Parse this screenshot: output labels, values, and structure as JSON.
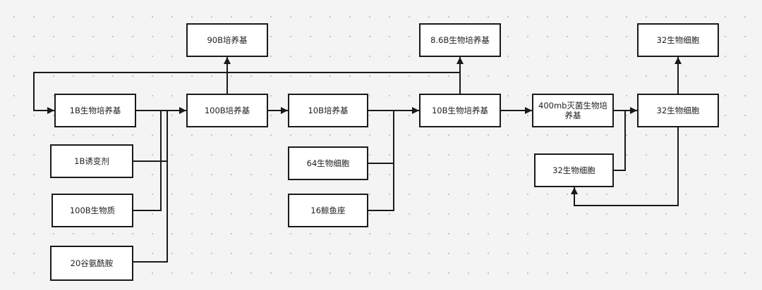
{
  "nodes": {
    "n_90b_medium": "90B培养基",
    "n_86b_bio_medium": "8.6B生物培养基",
    "n_32_cells_top": "32生物细胞",
    "n_1b_bio_medium": "1B生物培养基",
    "n_100b_medium": "100B培养基",
    "n_10b_medium": "10B培养基",
    "n_10b_bio_medium": "10B生物培养基",
    "n_400mb_sterile_medium": "400mb灭菌生物培养基",
    "n_32_cells_mid": "32生物细胞",
    "n_1b_mutagen": "1B诱变剂",
    "n_64_cells": "64生物细胞",
    "n_32_cells_low": "32生物细胞",
    "n_100b_biomass": "100B生物质",
    "n_16_whale_seat": "16鲸鱼座",
    "n_20_glutamine": "20谷氨酰胺"
  }
}
